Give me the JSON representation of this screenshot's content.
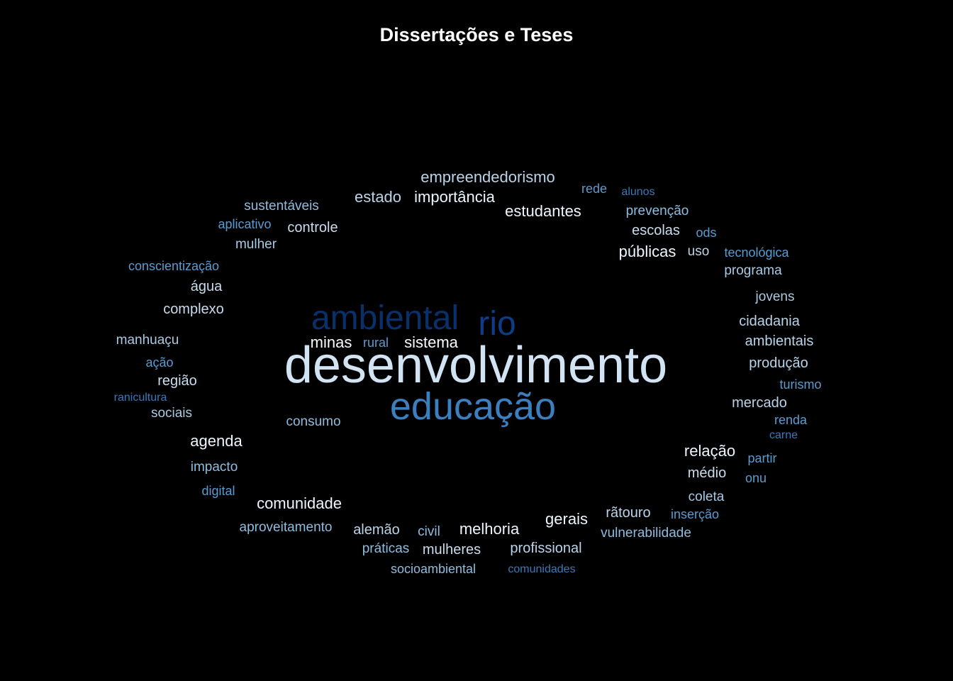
{
  "chart_data": {
    "type": "wordcloud",
    "title": "Dissertações e Teses",
    "words": [
      {
        "text": "desenvolvimento",
        "weight": 100,
        "color": "#d2e3f3"
      },
      {
        "text": "educação",
        "weight": 58,
        "color": "#3c7fbf"
      },
      {
        "text": "ambiental",
        "weight": 55,
        "color": "#08306b"
      },
      {
        "text": "rio",
        "weight": 55,
        "color": "#0c3d86"
      },
      {
        "text": "minas",
        "weight": 24,
        "color": "#f7fbff"
      },
      {
        "text": "sistema",
        "weight": 24,
        "color": "#f7fbff"
      },
      {
        "text": "rural",
        "weight": 19,
        "color": "#5a9bd0"
      },
      {
        "text": "empreendedorismo",
        "weight": 23,
        "color": "#b8d4ea"
      },
      {
        "text": "estado",
        "weight": 23,
        "color": "#b8d4ea"
      },
      {
        "text": "importância",
        "weight": 24,
        "color": "#eef5fc"
      },
      {
        "text": "estudantes",
        "weight": 24,
        "color": "#eef5fc"
      },
      {
        "text": "rede",
        "weight": 19,
        "color": "#5a9bd0"
      },
      {
        "text": "alunos",
        "weight": 17,
        "color": "#3a78b8"
      },
      {
        "text": "prevenção",
        "weight": 20,
        "color": "#8cbde0"
      },
      {
        "text": "escolas",
        "weight": 22,
        "color": "#c8dcee"
      },
      {
        "text": "ods",
        "weight": 19,
        "color": "#5a9bd0"
      },
      {
        "text": "públicas",
        "weight": 24,
        "color": "#eef5fc"
      },
      {
        "text": "uso",
        "weight": 20,
        "color": "#b8d4ea"
      },
      {
        "text": "tecnológica",
        "weight": 19,
        "color": "#5a9bd0"
      },
      {
        "text": "programa",
        "weight": 21,
        "color": "#a7cae5"
      },
      {
        "text": "sustentáveis",
        "weight": 20,
        "color": "#8cbde0"
      },
      {
        "text": "aplicativo",
        "weight": 19,
        "color": "#5a9bd0"
      },
      {
        "text": "controle",
        "weight": 22,
        "color": "#c8dcee"
      },
      {
        "text": "mulher",
        "weight": 20,
        "color": "#a7cae5"
      },
      {
        "text": "conscientização",
        "weight": 19,
        "color": "#5a9bd0"
      },
      {
        "text": "água",
        "weight": 22,
        "color": "#c8dcee"
      },
      {
        "text": "complexo",
        "weight": 22,
        "color": "#c8dcee"
      },
      {
        "text": "jovens",
        "weight": 20,
        "color": "#a7cae5"
      },
      {
        "text": "cidadania",
        "weight": 21,
        "color": "#b8d4ea"
      },
      {
        "text": "ambientais",
        "weight": 21,
        "color": "#b8d4ea"
      },
      {
        "text": "produção",
        "weight": 21,
        "color": "#b8d4ea"
      },
      {
        "text": "turismo",
        "weight": 19,
        "color": "#5a9bd0"
      },
      {
        "text": "mercado",
        "weight": 21,
        "color": "#b8d4ea"
      },
      {
        "text": "renda",
        "weight": 19,
        "color": "#5a9bd0"
      },
      {
        "text": "carne",
        "weight": 17,
        "color": "#3a78b8"
      },
      {
        "text": "manhuaçu",
        "weight": 20,
        "color": "#a7cae5"
      },
      {
        "text": "ação",
        "weight": 19,
        "color": "#5a9bd0"
      },
      {
        "text": "região",
        "weight": 22,
        "color": "#c8dcee"
      },
      {
        "text": "ranicultura",
        "weight": 17,
        "color": "#3a78b8"
      },
      {
        "text": "sociais",
        "weight": 20,
        "color": "#a7cae5"
      },
      {
        "text": "consumo",
        "weight": 20,
        "color": "#8cbde0"
      },
      {
        "text": "agenda",
        "weight": 24,
        "color": "#eef5fc"
      },
      {
        "text": "impacto",
        "weight": 20,
        "color": "#8cbde0"
      },
      {
        "text": "digital",
        "weight": 19,
        "color": "#5a9bd0"
      },
      {
        "text": "comunidade",
        "weight": 24,
        "color": "#eef5fc"
      },
      {
        "text": "aproveitamento",
        "weight": 20,
        "color": "#8cbde0"
      },
      {
        "text": "alemão",
        "weight": 22,
        "color": "#b8d4ea"
      },
      {
        "text": "civil",
        "weight": 20,
        "color": "#8cbde0"
      },
      {
        "text": "melhoria",
        "weight": 24,
        "color": "#eef5fc"
      },
      {
        "text": "gerais",
        "weight": 24,
        "color": "#eef5fc"
      },
      {
        "text": "rãtouro",
        "weight": 22,
        "color": "#b8d4ea"
      },
      {
        "text": "inserção",
        "weight": 19,
        "color": "#5a9bd0"
      },
      {
        "text": "vulnerabilidade",
        "weight": 20,
        "color": "#8cbde0"
      },
      {
        "text": "práticas",
        "weight": 20,
        "color": "#8cbde0"
      },
      {
        "text": "mulheres",
        "weight": 22,
        "color": "#c8dcee"
      },
      {
        "text": "profissional",
        "weight": 22,
        "color": "#b8d4ea"
      },
      {
        "text": "socioambiental",
        "weight": 19,
        "color": "#8cbde0"
      },
      {
        "text": "comunidades",
        "weight": 17,
        "color": "#3a78b8"
      },
      {
        "text": "relação",
        "weight": 24,
        "color": "#eef5fc"
      },
      {
        "text": "médio",
        "weight": 22,
        "color": "#c8dcee"
      },
      {
        "text": "coleta",
        "weight": 20,
        "color": "#a7cae5"
      },
      {
        "text": "partir",
        "weight": 19,
        "color": "#5a9bd0"
      },
      {
        "text": "onu",
        "weight": 19,
        "color": "#5a9bd0"
      }
    ]
  }
}
